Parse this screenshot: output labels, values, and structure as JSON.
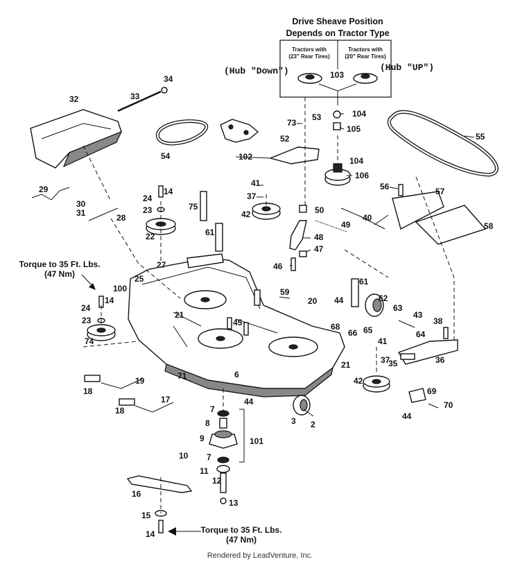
{
  "header": {
    "title_line1": "Drive Sheave Position",
    "title_line2": "Depends on Tractor Type",
    "option_left_line1": "Tractors with",
    "option_left_line2": "(23\" Rear Tires)",
    "option_right_line1": "Tractors with",
    "option_right_line2": "(20\" Rear Tires)",
    "hub_down": "(Hub \"Down\")",
    "hub_up": "(Hub \"UP\")"
  },
  "notes": {
    "torque_top_line1": "Torque to 35 Ft. Lbs.",
    "torque_top_line2": "(47 Nm)",
    "torque_bottom_line1": "Torque to 35 Ft. Lbs.",
    "torque_bottom_line2": "(47 Nm)"
  },
  "callouts": {
    "c2": "2",
    "c3": "3",
    "c6": "6",
    "c7a": "7",
    "c7b": "7",
    "c8": "8",
    "c9": "9",
    "c10": "10",
    "c11": "11",
    "c12": "12",
    "c13": "13",
    "c14a": "14",
    "c14b": "14",
    "c14c": "14",
    "c15": "15",
    "c16": "16",
    "c17": "17",
    "c18a": "18",
    "c18b": "18",
    "c19": "19",
    "c20": "20",
    "c21a": "21",
    "c21b": "21",
    "c22": "22",
    "c23a": "23",
    "c23b": "23",
    "c24a": "24",
    "c24b": "24",
    "c25": "25",
    "c27": "27",
    "c28": "28",
    "c29": "29",
    "c30": "30",
    "c31": "31",
    "c32": "32",
    "c33": "33",
    "c34": "34",
    "c35": "35",
    "c36": "36",
    "c37a": "37",
    "c37b": "37",
    "c38": "38",
    "c40": "40",
    "c41a": "41",
    "c41b": "41",
    "c42a": "42",
    "c42b": "42",
    "c43": "43",
    "c44a": "44",
    "c44b": "44",
    "c44c": "44",
    "c45": "45",
    "c46": "46",
    "c47": "47",
    "c48": "48",
    "c49": "49",
    "c50": "50",
    "c52": "52",
    "c53": "53",
    "c54": "54",
    "c55": "55",
    "c56": "56",
    "c57": "57",
    "c58": "58",
    "c59": "59",
    "c61a": "61",
    "c61b": "61",
    "c62": "62",
    "c63": "63",
    "c64": "64",
    "c65": "65",
    "c66": "66",
    "c68": "68",
    "c69": "69",
    "c70": "70",
    "c71": "71",
    "c73": "73",
    "c74": "74",
    "c75": "75",
    "c100": "100",
    "c101": "101",
    "c102": "102",
    "c103": "103",
    "c104a": "104",
    "c104b": "104",
    "c105": "105",
    "c106": "106"
  },
  "footer": {
    "text": "Rendered by LeadVenture, Inc."
  }
}
